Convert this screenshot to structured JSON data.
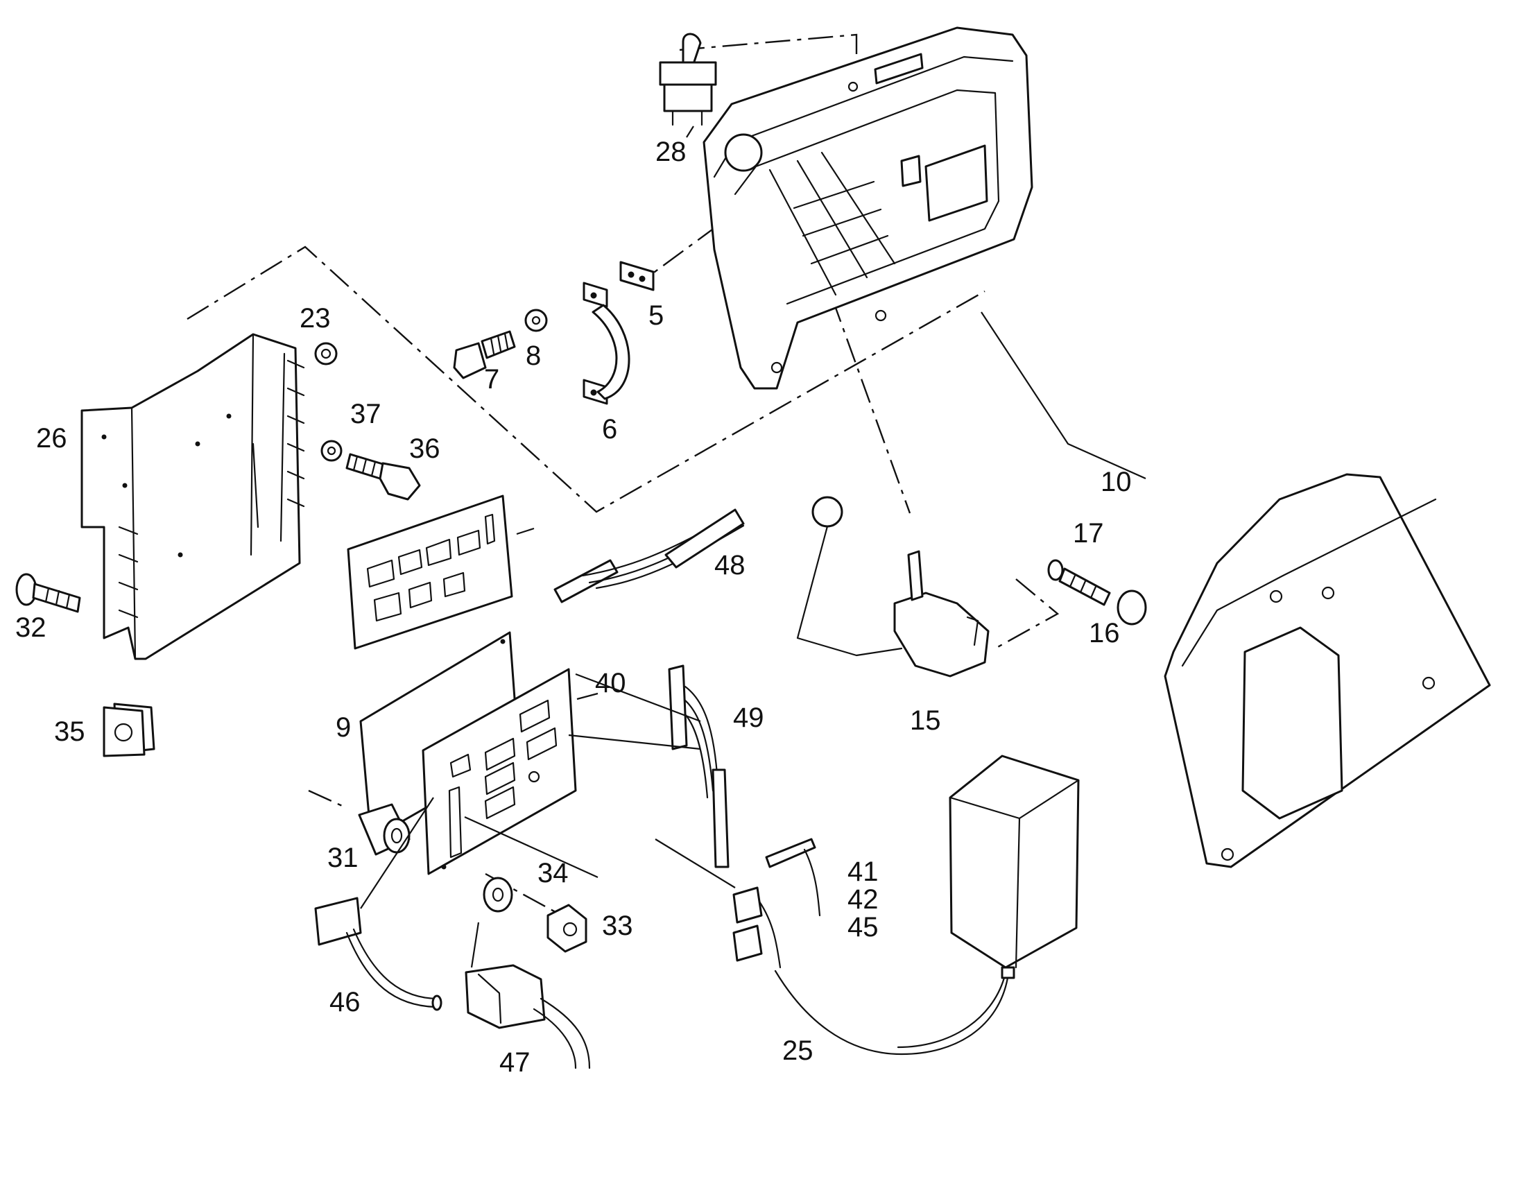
{
  "diagram": {
    "labels": {
      "p5": "5",
      "p6": "6",
      "p7": "7",
      "p8": "8",
      "p9": "9",
      "p10": "10",
      "p15": "15",
      "p16": "16",
      "p17": "17",
      "p23": "23",
      "p25": "25",
      "p26": "26",
      "p28": "28",
      "p31": "31",
      "p32": "32",
      "p33": "33",
      "p34": "34",
      "p35": "35",
      "p36": "36",
      "p37": "37",
      "p40": "40",
      "p41": "41",
      "p42": "42",
      "p45": "45",
      "p46": "46",
      "p47": "47",
      "p48": "48",
      "p49": "49"
    },
    "colors": {
      "ink": "#111111",
      "paper": "#ffffff"
    }
  }
}
